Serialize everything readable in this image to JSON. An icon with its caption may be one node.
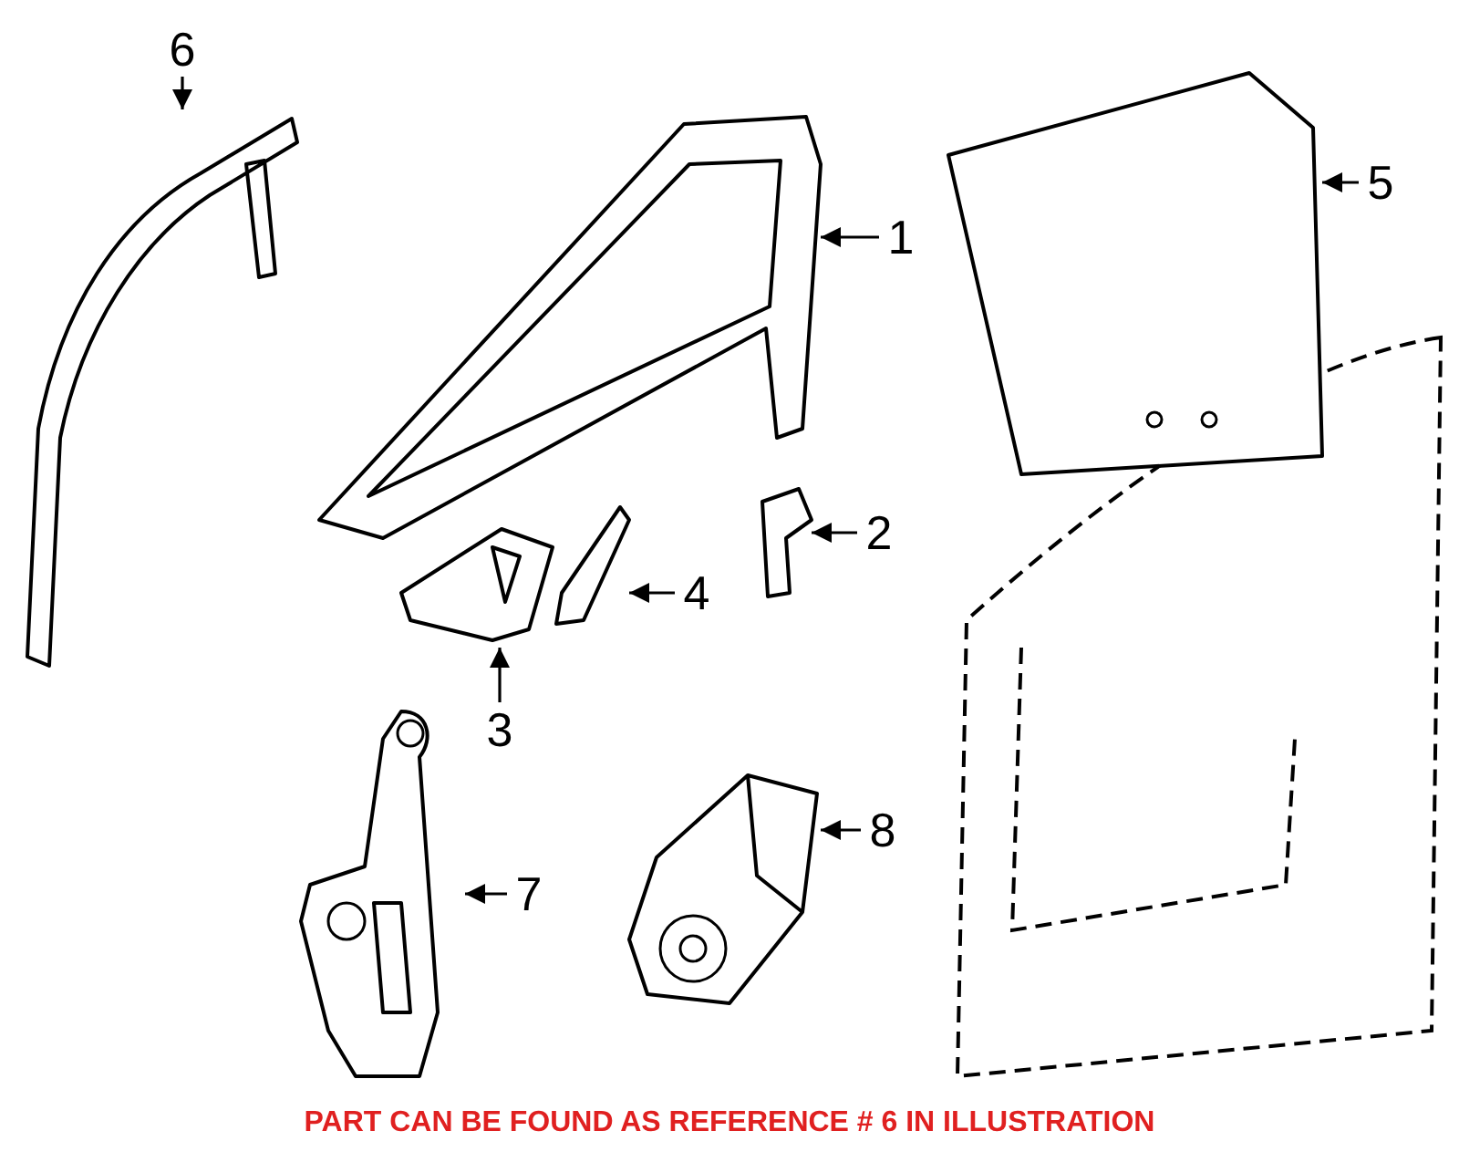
{
  "diagram": {
    "nodes": [
      {
        "text": [
          "6"
        ]
      },
      {
        "text": [],
        "shape": "picture"
      },
      {
        "text": [
          "1"
        ]
      },
      {
        "text": [],
        "shape": "picture"
      },
      {
        "text": [
          "5"
        ]
      },
      {
        "text": [],
        "shape": "picture"
      },
      {
        "text": [
          "2"
        ]
      },
      {
        "text": [],
        "shape": "picture"
      },
      {
        "text": [
          "4"
        ]
      },
      {
        "text": [],
        "shape": "picture"
      },
      {
        "text": [
          "3"
        ]
      },
      {
        "text": [],
        "shape": "picture"
      },
      {
        "text": [
          "8"
        ]
      },
      {
        "text": [],
        "shape": "picture"
      },
      {
        "text": [
          "7"
        ]
      },
      {
        "text": [],
        "shape": "picture"
      }
    ],
    "edges": [
      {
        "from": 0,
        "to": 1,
        "arrow": "to"
      },
      {
        "from": 2,
        "to": 3,
        "arrow": "to"
      },
      {
        "from": 4,
        "to": 5,
        "arrow": "to"
      },
      {
        "from": 6,
        "to": 7,
        "arrow": "to"
      },
      {
        "from": 8,
        "to": 9,
        "arrow": "to"
      },
      {
        "from": 10,
        "to": 11,
        "arrow": "to"
      },
      {
        "from": 12,
        "to": 13,
        "arrow": "to"
      },
      {
        "from": 14,
        "to": 15,
        "arrow": "to"
      }
    ],
    "labels": [
      "PART CAN BE FOUND AS REFERENCE # 6 IN ILLUSTRATION"
    ]
  }
}
